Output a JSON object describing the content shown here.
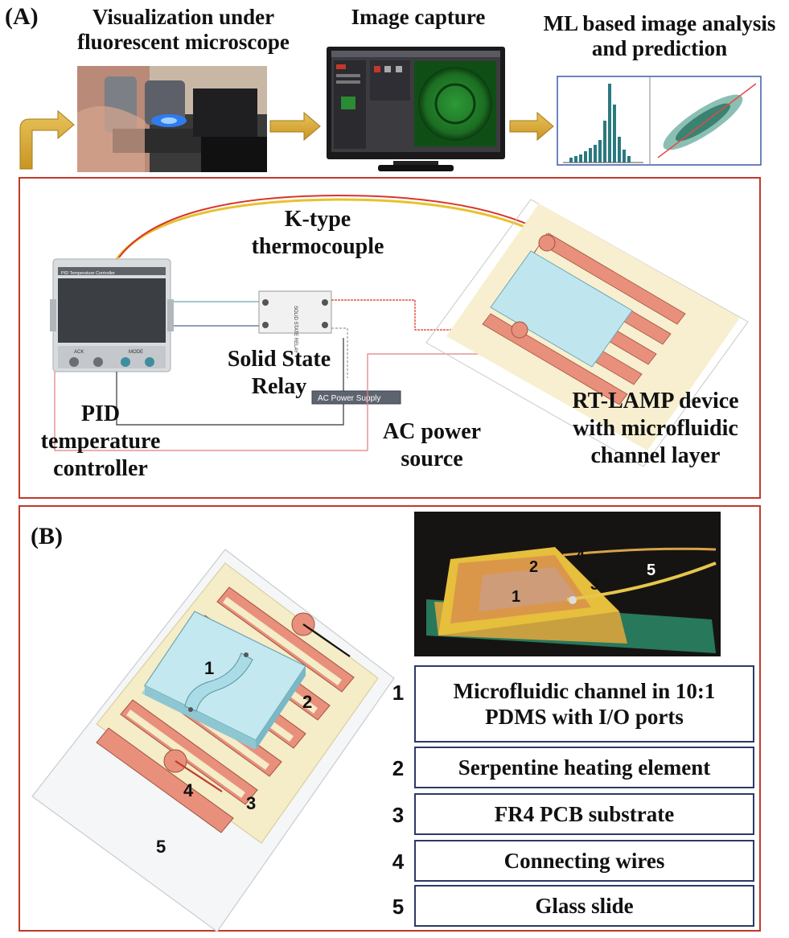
{
  "panel_a": {
    "label": "(A)",
    "step_titles": [
      "Visualization under fluorescent microscope",
      "Image capture",
      "ML based image analysis and prediction"
    ],
    "controller_screen_text": "PID Temperature Controller",
    "controller_buttons": [
      "ACK",
      "MODE"
    ],
    "relay_text": "SOLID STATE RELAY",
    "ac_supply_text": "AC Power Supply",
    "labels": {
      "thermocouple": "K-type thermocouple",
      "relay": "Solid State Relay",
      "pid": "PID temperature controller",
      "ac": "AC power source",
      "device": "RT-LAMP device with microfluidic channel layer"
    }
  },
  "panel_b": {
    "label": "(B)",
    "diagram_numbers": [
      "1",
      "2",
      "3",
      "4",
      "5"
    ],
    "photo_numbers": [
      "1",
      "2",
      "3",
      "4",
      "5"
    ],
    "legend": [
      {
        "num": "1",
        "text": "Microfluidic channel in 10:1 PDMS with I/O ports"
      },
      {
        "num": "2",
        "text": "Serpentine heating element"
      },
      {
        "num": "3",
        "text": "FR4 PCB substrate"
      },
      {
        "num": "4",
        "text": "Connecting wires"
      },
      {
        "num": "5",
        "text": "Glass slide"
      }
    ]
  },
  "colors": {
    "frame": "#c0392b",
    "legend_border": "#2b3a67",
    "heater": "#e8907c",
    "pcb": "#f5ecc8",
    "pdms": "#bfe6ee"
  }
}
